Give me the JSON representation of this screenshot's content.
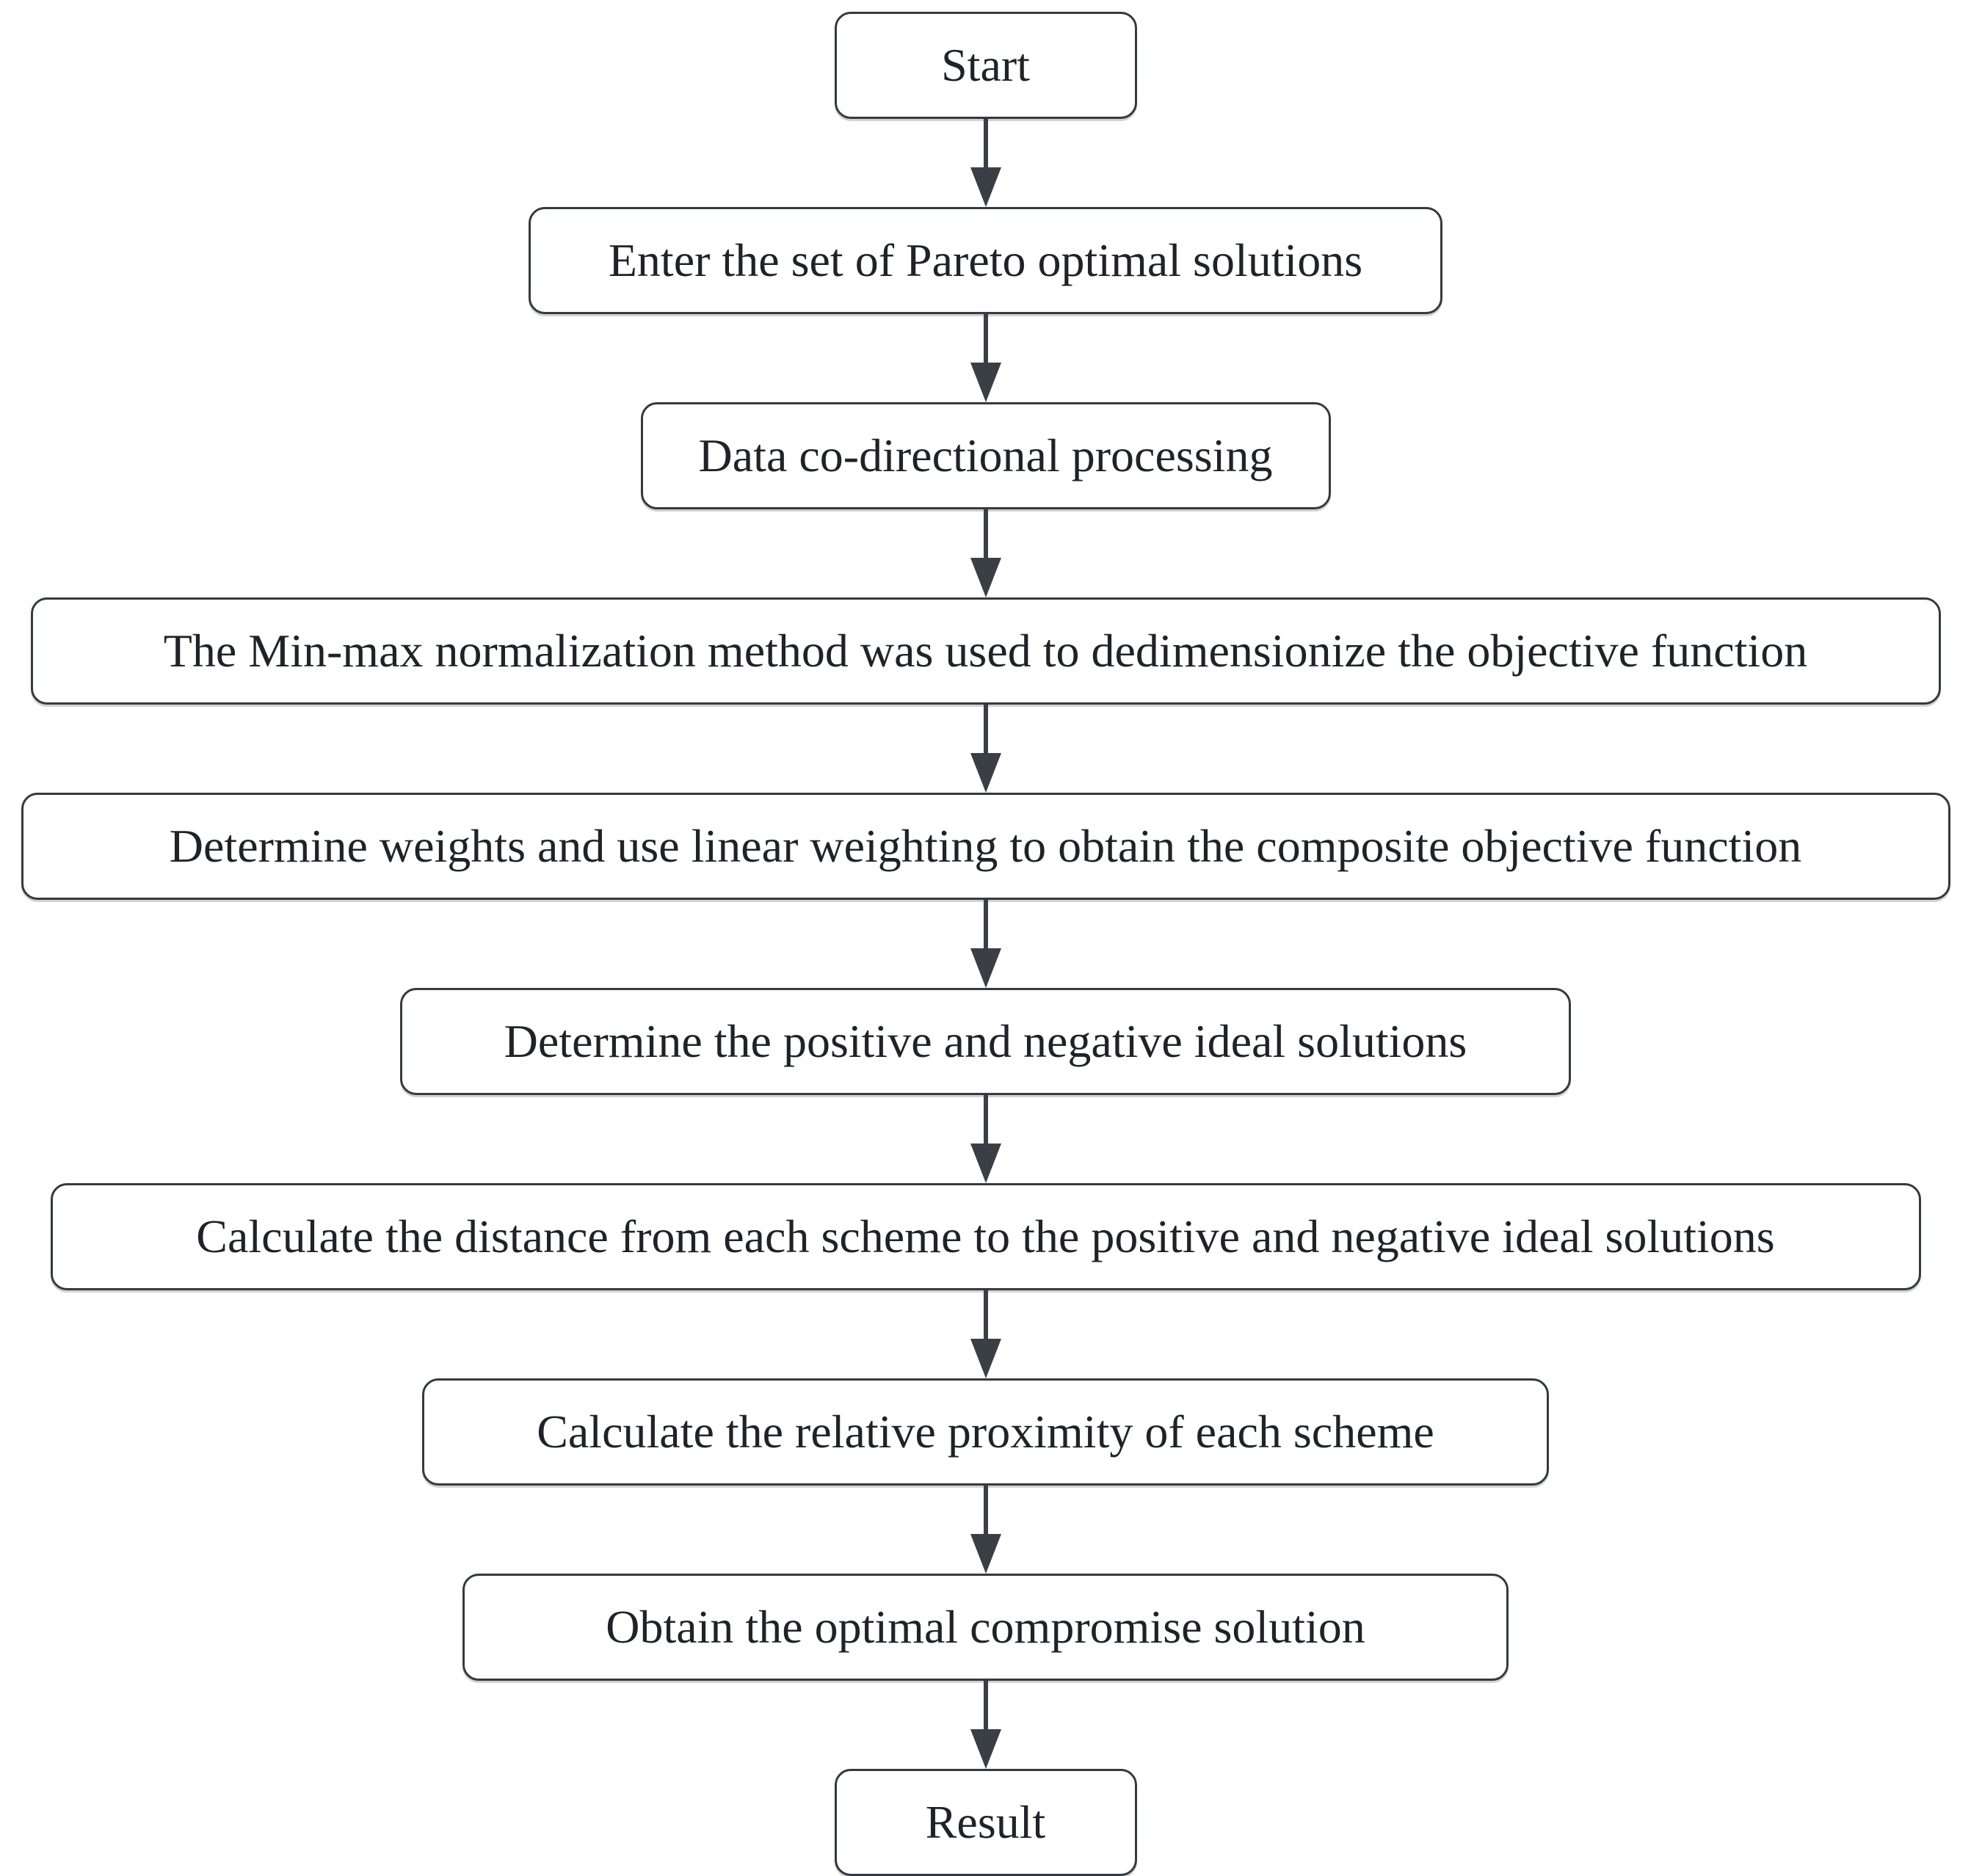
{
  "flowchart": {
    "nodes": [
      {
        "id": "start",
        "label": "Start"
      },
      {
        "id": "step1",
        "label": "Enter the set of Pareto optimal solutions"
      },
      {
        "id": "step2",
        "label": "Data co-directional processing"
      },
      {
        "id": "step3",
        "label": "The Min-max normalization method was used to dedimensionize the objective function"
      },
      {
        "id": "step4",
        "label": "Determine weights and use linear weighting to obtain the composite objective function"
      },
      {
        "id": "step5",
        "label": "Determine the positive and negative ideal solutions"
      },
      {
        "id": "step6",
        "label": "Calculate the distance from each scheme to the positive and negative ideal solutions"
      },
      {
        "id": "step7",
        "label": "Calculate the relative proximity of each scheme"
      },
      {
        "id": "step8",
        "label": "Obtain the optimal compromise solution"
      },
      {
        "id": "result",
        "label": "Result"
      }
    ],
    "colors": {
      "border": "#333a41",
      "arrow": "#3a3f45",
      "text": "#1f2329",
      "background": "#ffffff"
    }
  }
}
